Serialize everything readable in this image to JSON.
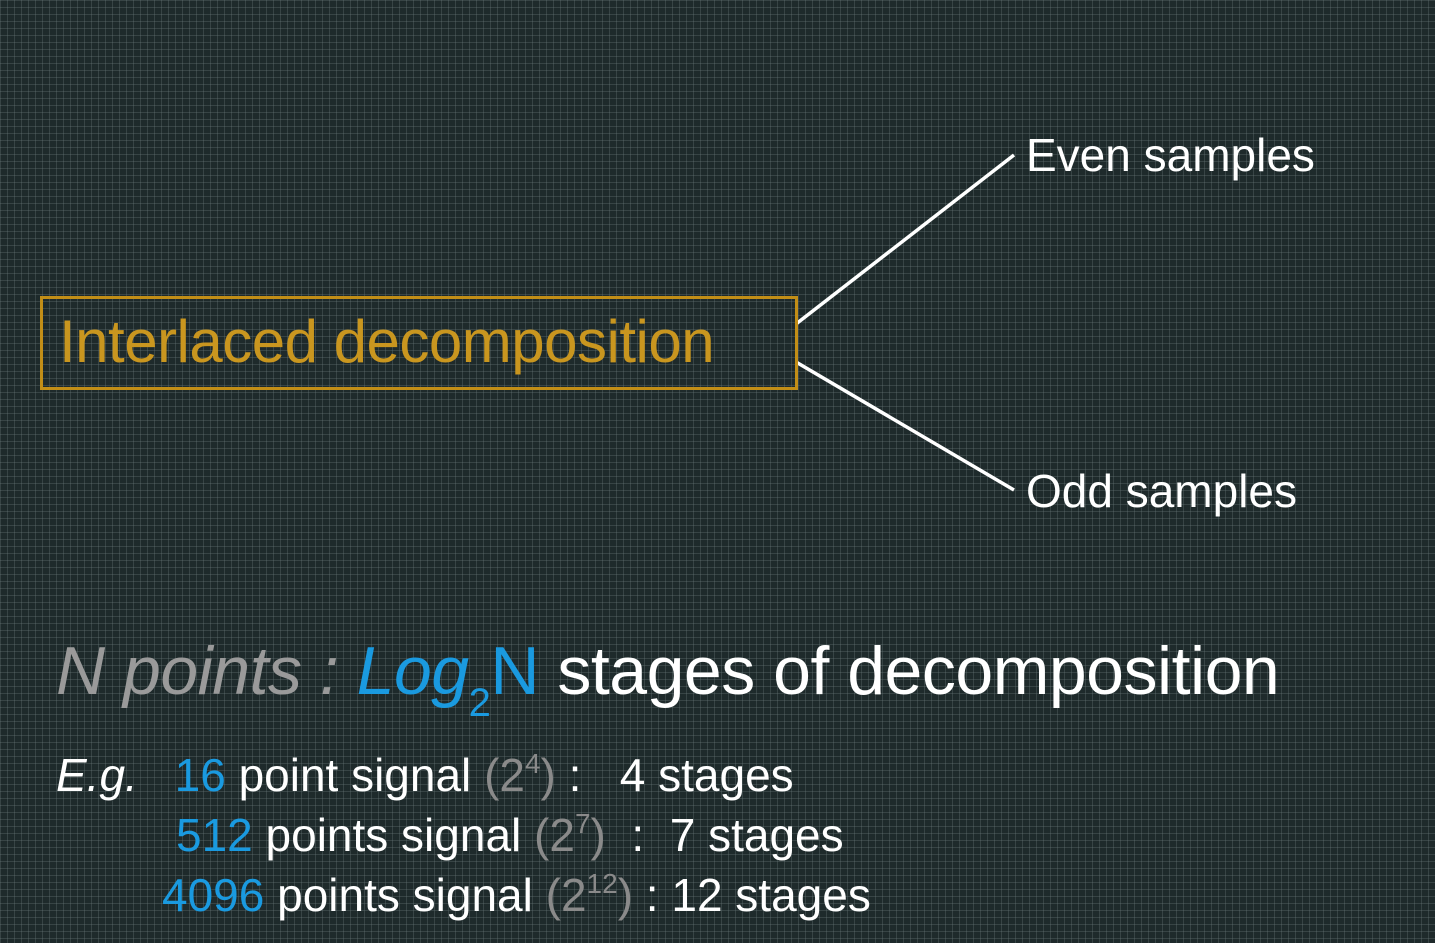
{
  "diagram": {
    "root_label": "Interlaced decomposition",
    "branches": [
      {
        "label": "Even samples"
      },
      {
        "label": "Odd samples"
      }
    ],
    "colors": {
      "root_box": "#c28e17",
      "root_text": "#c9961f",
      "connector": "#ffffff",
      "accent_blue": "#1a9ae0",
      "muted_gray": "#9a9a9a",
      "background": "#1e2a2b"
    }
  },
  "headline": {
    "n_points": "N points :",
    "log_base": "Log",
    "log_sub": "2",
    "log_arg": "N",
    "rest": "stages of decomposition"
  },
  "examples": {
    "eg_label": "E.g.",
    "rows": [
      {
        "count": "16",
        "text": "point signal",
        "paren_open": "(2",
        "exponent": "4",
        "paren_close": ")",
        "separator": ":",
        "stages": "4 stages"
      },
      {
        "count": "512",
        "text": "points signal",
        "paren_open": "(2",
        "exponent": "7",
        "paren_close": ")",
        "separator": ":",
        "stages": "7 stages"
      },
      {
        "count": "4096",
        "text": "points signal",
        "paren_open": "(2",
        "exponent": "12",
        "paren_close": ")",
        "separator": ":",
        "stages": "12 stages"
      }
    ]
  }
}
